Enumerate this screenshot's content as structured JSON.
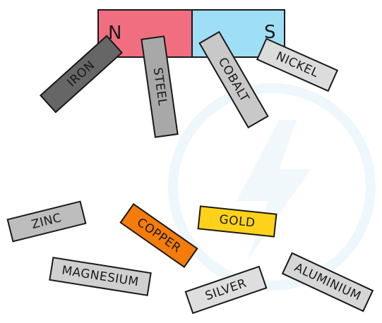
{
  "magnet": {
    "north_label": "N",
    "south_label": "S",
    "north_color": "#f06e80",
    "south_color": "#9fdff6"
  },
  "attracted_metals": [
    {
      "id": "iron",
      "label": "IRON",
      "color": "#666666",
      "text_color": "#1a1a1a"
    },
    {
      "id": "steel",
      "label": "STEEL",
      "color": "#a8a8a8",
      "text_color": "#1a1a1a"
    },
    {
      "id": "cobalt",
      "label": "COBALT",
      "color": "#c8c8c8",
      "text_color": "#1a1a1a"
    },
    {
      "id": "nickel",
      "label": "NICKEL",
      "color": "#dcdcdc",
      "text_color": "#1a1a1a"
    }
  ],
  "other_metals": [
    {
      "id": "zinc",
      "label": "ZINC",
      "color": "#bdbdbd",
      "text_color": "#1a1a1a"
    },
    {
      "id": "copper",
      "label": "COPPER",
      "color": "#f57c0a",
      "text_color": "#1a1a1a"
    },
    {
      "id": "gold",
      "label": "GOLD",
      "color": "#ffd21a",
      "text_color": "#1a1a1a"
    },
    {
      "id": "magnesium",
      "label": "MAGNESIUM",
      "color": "#d0d0d0",
      "text_color": "#1a1a1a"
    },
    {
      "id": "silver",
      "label": "SILVER",
      "color": "#dedede",
      "text_color": "#1a1a1a"
    },
    {
      "id": "aluminium",
      "label": "ALUMINIUM",
      "color": "#d6d6d6",
      "text_color": "#1a1a1a"
    }
  ]
}
